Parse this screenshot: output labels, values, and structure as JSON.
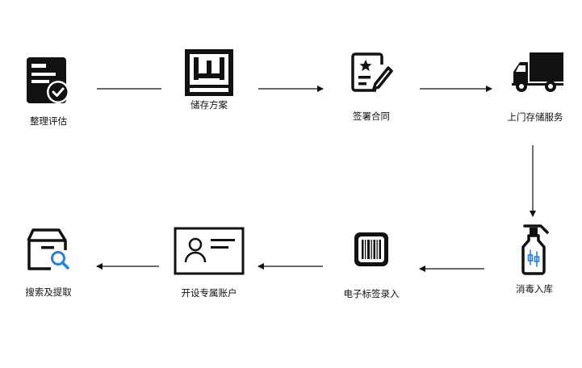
{
  "diagram": {
    "steps": [
      {
        "id": "s1",
        "label": "整理评估",
        "icon": "clipboard-check-icon"
      },
      {
        "id": "s2",
        "label": "储存方案",
        "icon": "storage-shelf-icon"
      },
      {
        "id": "s3",
        "label": "签署合同",
        "icon": "contract-sign-icon"
      },
      {
        "id": "s4",
        "label": "上门存储服务",
        "icon": "delivery-truck-icon"
      },
      {
        "id": "s5",
        "label": "消毒入库",
        "icon": "spray-bottle-icon"
      },
      {
        "id": "s6",
        "label": "电子标签录入",
        "icon": "barcode-tag-icon"
      },
      {
        "id": "s7",
        "label": "开设专属账户",
        "icon": "id-card-icon"
      },
      {
        "id": "s8",
        "label": "搜索及提取",
        "icon": "box-search-icon"
      }
    ],
    "flow": [
      "s1",
      "s2",
      "s3",
      "s4",
      "s5",
      "s6",
      "s7",
      "s8"
    ]
  }
}
